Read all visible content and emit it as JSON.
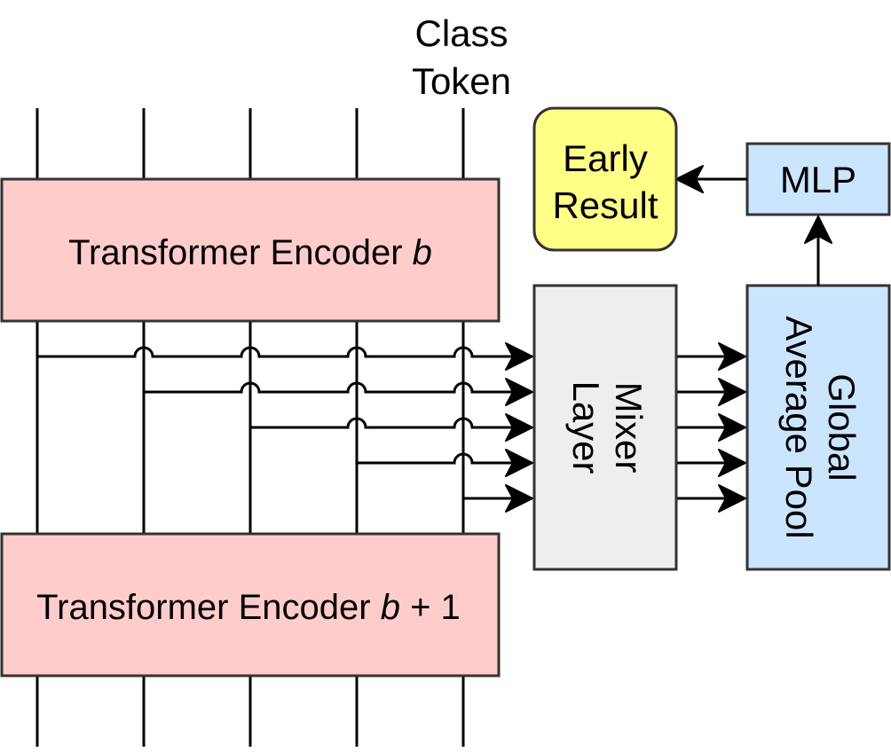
{
  "class_token": {
    "line1": "Class",
    "line2": "Token"
  },
  "encoder_top": {
    "label": "Transformer Encoder ",
    "index": "b",
    "suffix": ""
  },
  "encoder_bottom": {
    "label": "Transformer Encoder ",
    "index": "b",
    "suffix": " + 1"
  },
  "mixer": {
    "line1": "Mixer",
    "line2": "Layer"
  },
  "gap": {
    "line1": "Global",
    "line2": "Average Pool"
  },
  "mlp": {
    "label": "MLP"
  },
  "early_result": {
    "line1": "Early",
    "line2": "Result"
  },
  "colors": {
    "encoder_fill": "#ffcccc",
    "mixer_fill": "#eeeeee",
    "gap_fill": "#cce5ff",
    "mlp_fill": "#cce5ff",
    "result_fill": "#ffff88",
    "stroke": "#333333",
    "line": "#000000"
  }
}
